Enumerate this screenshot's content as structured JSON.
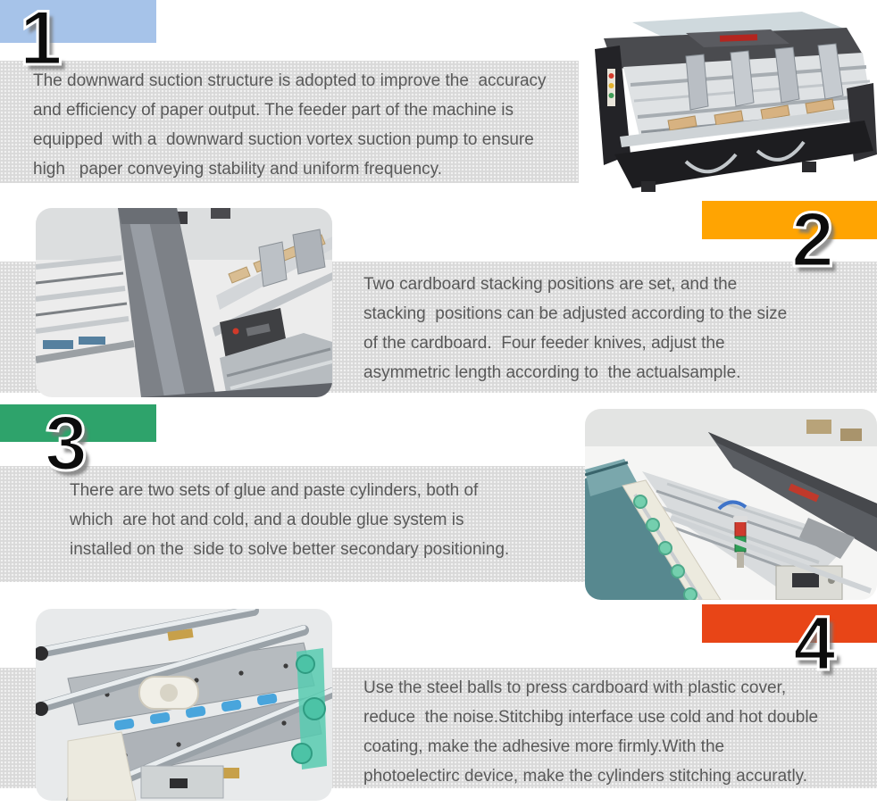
{
  "colors": {
    "stripe_gray": "#d9d9d9",
    "paragraph_text": "#595959",
    "number_fill": "#0c0c0c",
    "number_outline": "#ffffff"
  },
  "sections": [
    {
      "number": "1",
      "banner_color": "#a6c3e9",
      "photo": "carton-feeder-machine-photo",
      "lines": [
        "The downward suction structure is adopted to improve the  accuracy",
        "and efficiency of paper output. The feeder part of the machine is",
        "equipped  with a  downward suction vortex suction pump to ensure",
        "high   paper conveying stability and uniform frequency."
      ]
    },
    {
      "number": "2",
      "banner_color": "#ffa402",
      "photo": "cardboard-stacking-unit-photo",
      "lines": [
        "Two cardboard stacking positions are set, and the",
        "stacking  positions can be adjusted according to the size",
        "of the cardboard.  Four feeder knives, adjust the",
        "asymmetric length according to  the actualsample."
      ]
    },
    {
      "number": "3",
      "banner_color": "#2ea36b",
      "photo": "glue-paste-cylinder-unit-photo",
      "lines": [
        "There are two sets of glue and paste cylinders, both of",
        "which  are hot and cold, and a double glue system is",
        "installed on the  side to solve better secondary positioning."
      ]
    },
    {
      "number": "4",
      "banner_color": "#e84517",
      "photo": "steel-ball-press-unit-photo",
      "lines": [
        "Use the steel balls to press cardboard with plastic cover,",
        "reduce  the noise.Stitchibg interface use cold and hot double",
        "coating, make the adhesive more firmly.With the",
        "photoelectirc device, make the cylinders stitching accuratly."
      ]
    }
  ]
}
